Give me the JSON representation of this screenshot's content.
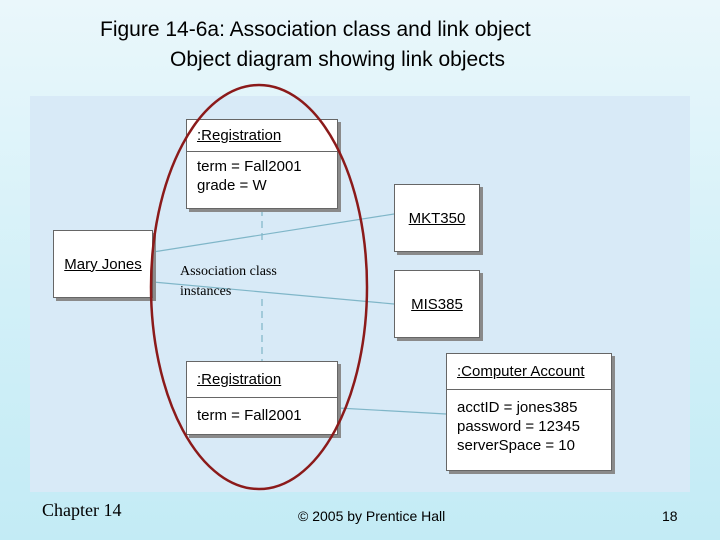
{
  "title": {
    "line1": "Figure 14-6a: Association class and link object",
    "line2": "Object diagram showing link objects"
  },
  "diagram": {
    "registration_top": {
      "name": ":Registration",
      "attributes": [
        "term = Fall2001",
        "grade = W"
      ]
    },
    "registration_bottom": {
      "name": ":Registration",
      "attributes": [
        "term = Fall2001"
      ]
    },
    "mkt": {
      "name": "MKT350"
    },
    "mis": {
      "name": "MIS385"
    },
    "student": {
      "name": "Mary Jones"
    },
    "computer_account": {
      "name": ":Computer Account",
      "attributes": [
        "acctID = jones385",
        "password = 12345",
        "serverSpace = 10"
      ]
    },
    "annotation": {
      "line1": "Association class",
      "line2": "instances",
      "ellipse_color": "#8b1a1a"
    },
    "colors": {
      "background": "#d8eaf7",
      "connector": "#7fb6c8"
    }
  },
  "footer": {
    "chapter": "Chapter 14",
    "copyright": "© 2005 by Prentice Hall",
    "page": "18"
  }
}
